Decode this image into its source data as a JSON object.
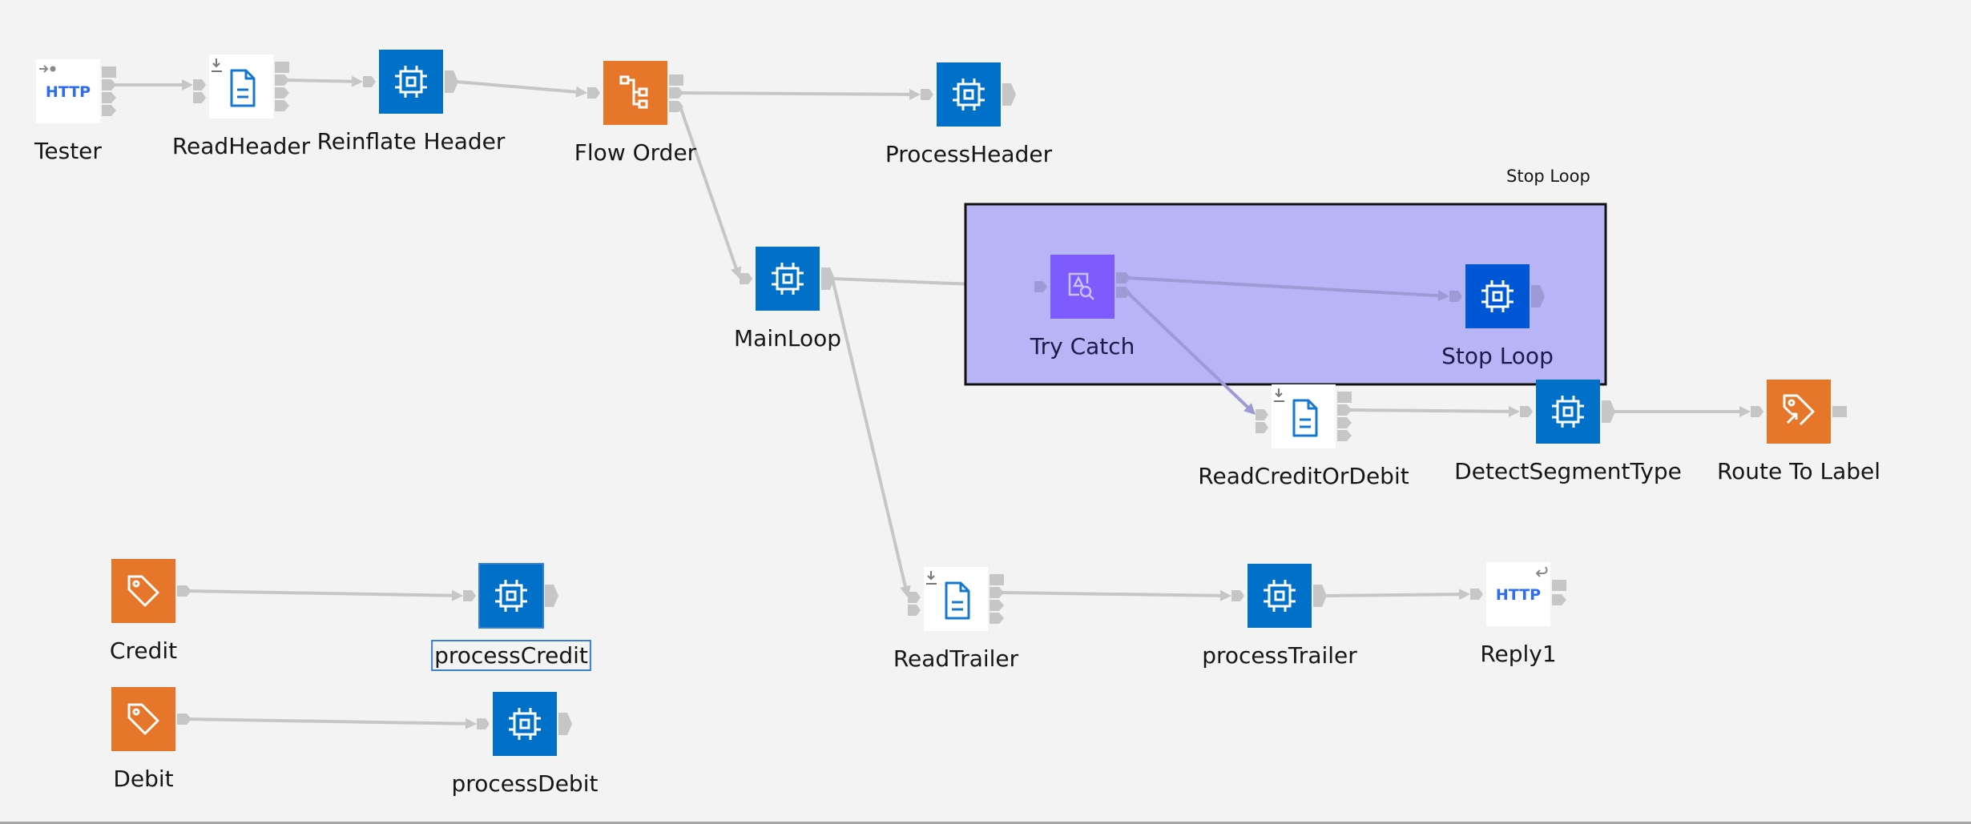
{
  "canvas": {
    "background": "#f3f3f3",
    "selection_group": {
      "title": "Stop Loop",
      "fill": "#b7b5f5",
      "border": "#111111",
      "members": [
        "try-catch",
        "stop-loop"
      ]
    },
    "colors": {
      "compute_blue": "#0070c8",
      "compute_blue_in_group": "#0057d6",
      "orange": "#e67629",
      "try_catch_purple": "#7c5cff",
      "file_white": "#ffffff",
      "file_icon_blue": "#1478d2",
      "http_text_blue": "#2d6df6",
      "terminal_gray": "#c6c6c6",
      "selection_outline": "#3a7fd8"
    }
  },
  "nodes": [
    {
      "id": "tester",
      "label": "Tester",
      "type": "http-input",
      "icon": "http-icon",
      "badge": "arrow-asterisk-icon",
      "inputs": 0,
      "outputs": 4
    },
    {
      "id": "read-header",
      "label": "ReadHeader",
      "type": "file-read",
      "icon": "document-icon",
      "badge": "download-arrow-icon",
      "inputs": 2,
      "outputs": 4
    },
    {
      "id": "reinflate-header",
      "label": "Reinflate Header",
      "type": "compute",
      "icon": "chip-icon",
      "inputs": 1,
      "outputs": 1
    },
    {
      "id": "flow-order",
      "label": "Flow Order",
      "type": "flow-order",
      "icon": "flow-order-icon",
      "inputs": 1,
      "outputs": 3
    },
    {
      "id": "process-header",
      "label": "ProcessHeader",
      "type": "compute",
      "icon": "chip-icon",
      "inputs": 1,
      "outputs": 1
    },
    {
      "id": "main-loop",
      "label": "MainLoop",
      "type": "compute",
      "icon": "chip-icon",
      "inputs": 1,
      "outputs": 1
    },
    {
      "id": "try-catch",
      "label": "Try Catch",
      "type": "try-catch",
      "icon": "try-catch-icon",
      "inputs": 1,
      "outputs": 2
    },
    {
      "id": "stop-loop",
      "label": "Stop Loop",
      "type": "compute",
      "icon": "chip-icon",
      "inputs": 1,
      "outputs": 1
    },
    {
      "id": "read-credit-or-debit",
      "label": "ReadCreditOrDebit",
      "type": "file-read",
      "icon": "document-icon",
      "badge": "download-arrow-icon",
      "inputs": 2,
      "outputs": 4
    },
    {
      "id": "detect-segment-type",
      "label": "DetectSegmentType",
      "type": "compute",
      "icon": "chip-icon",
      "inputs": 1,
      "outputs": 1
    },
    {
      "id": "route-to-label",
      "label": "Route To Label",
      "type": "route-to-label",
      "icon": "route-tag-icon",
      "inputs": 1,
      "outputs": 1
    },
    {
      "id": "credit",
      "label": "Credit",
      "type": "label",
      "icon": "tag-icon",
      "inputs": 0,
      "outputs": 1
    },
    {
      "id": "process-credit",
      "label": "processCredit",
      "type": "compute",
      "icon": "chip-icon",
      "inputs": 1,
      "outputs": 1,
      "selected": true
    },
    {
      "id": "debit",
      "label": "Debit",
      "type": "label",
      "icon": "tag-icon",
      "inputs": 0,
      "outputs": 1
    },
    {
      "id": "process-debit",
      "label": "processDebit",
      "type": "compute",
      "icon": "chip-icon",
      "inputs": 1,
      "outputs": 1
    },
    {
      "id": "read-trailer",
      "label": "ReadTrailer",
      "type": "file-read",
      "icon": "document-icon",
      "badge": "download-arrow-icon",
      "inputs": 2,
      "outputs": 4
    },
    {
      "id": "process-trailer",
      "label": "processTrailer",
      "type": "compute",
      "icon": "chip-icon",
      "inputs": 1,
      "outputs": 1
    },
    {
      "id": "reply1",
      "label": "Reply1",
      "type": "http-reply",
      "icon": "http-icon",
      "badge": "return-arrow-icon",
      "inputs": 1,
      "outputs": 2
    }
  ],
  "connections": [
    {
      "from": "tester",
      "out": 1,
      "to": "read-header",
      "in": 0
    },
    {
      "from": "read-header",
      "out": 1,
      "to": "reinflate-header",
      "in": 0
    },
    {
      "from": "reinflate-header",
      "out": 0,
      "to": "flow-order",
      "in": 0
    },
    {
      "from": "flow-order",
      "out": 1,
      "to": "process-header",
      "in": 0
    },
    {
      "from": "flow-order",
      "out": 2,
      "to": "main-loop",
      "in": 0
    },
    {
      "from": "main-loop",
      "out": 0,
      "to": "try-catch",
      "in": 0
    },
    {
      "from": "main-loop",
      "out": 0,
      "to": "read-trailer",
      "in": 0
    },
    {
      "from": "try-catch",
      "out": 0,
      "to": "stop-loop",
      "in": 0
    },
    {
      "from": "try-catch",
      "out": 1,
      "to": "read-credit-or-debit",
      "in": 0
    },
    {
      "from": "read-credit-or-debit",
      "out": 1,
      "to": "detect-segment-type",
      "in": 0
    },
    {
      "from": "detect-segment-type",
      "out": 0,
      "to": "route-to-label",
      "in": 0
    },
    {
      "from": "credit",
      "out": 0,
      "to": "process-credit",
      "in": 0
    },
    {
      "from": "debit",
      "out": 0,
      "to": "process-debit",
      "in": 0
    },
    {
      "from": "read-trailer",
      "out": 1,
      "to": "process-trailer",
      "in": 0
    },
    {
      "from": "process-trailer",
      "out": 0,
      "to": "reply1",
      "in": 0
    }
  ]
}
